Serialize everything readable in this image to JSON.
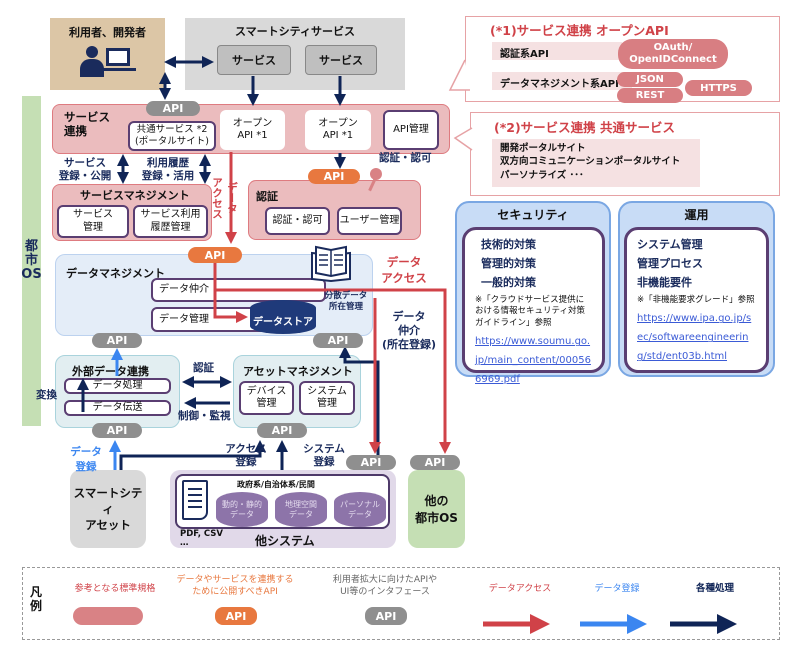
{
  "top": {
    "users": "利用者、開発者",
    "smart_city_services": "スマートシティサービス",
    "service_1": "サービス",
    "service_2": "サービス"
  },
  "city_os": "都市OS",
  "service_link": {
    "title": "サービス\n連携",
    "api": "API",
    "common": "共通サービス *2\n(ポータルサイト)",
    "open_api_1": "オープン\nAPI *1",
    "open_api_2": "オープン\nAPI *1",
    "api_mgmt": "API管理",
    "auth_label": "認証・認可"
  },
  "labels": {
    "service_register": "サービス\n登録・公開",
    "usage_history": "利用履歴\n登録・活用",
    "data_access_vertical": "データ\nアクセス",
    "data_access_right": "データ\nアクセス",
    "data_broker_reg": "データ\n仲介\n(所在登録)",
    "auth": "認証",
    "control": "制御・監視",
    "convert": "変換",
    "data_register": "データ\n登録",
    "access_register": "アクセス\n登録",
    "system_register": "システム\n登録"
  },
  "service_mgmt": {
    "title": "サービスマネジメント",
    "item1": "サービス\n管理",
    "item2": "サービス利用\n履歴管理"
  },
  "authn": {
    "api": "API",
    "title": "認証",
    "item1": "認証・認可",
    "item2": "ユーザー管理"
  },
  "data_mgmt": {
    "api": "API",
    "title": "データマネジメント",
    "broker": "データ仲介",
    "manage": "データ管理",
    "store": "データストア",
    "distributed": "分散データ\n所在管理"
  },
  "apis": {
    "a1": "API",
    "a2": "API",
    "a3": "API",
    "a4": "API",
    "a5": "API",
    "a6": "API"
  },
  "external": {
    "title": "外部データ連携",
    "process": "データ処理",
    "transfer": "データ伝送"
  },
  "asset": {
    "title": "アセットマネジメント",
    "device": "デバイス\n管理",
    "system": "システム\n管理"
  },
  "smart_asset": "スマートシティ\nアセット",
  "other_system": {
    "title": "他システム",
    "sub": "政府系/自治体系/民間",
    "db1": "動的・静的\nデータ",
    "db2": "地理空間\nデータ",
    "db3": "パーソナル\nデータ",
    "files": "PDF, CSV\n…"
  },
  "other_city": "他の\n都市OS",
  "note1": {
    "title": "(*1)サービス連携 オープンAPI",
    "auth_api": "認証系API",
    "oauth": "OAuth/\nOpenIDConnect",
    "data_api": "データマネジメント系API",
    "json": "JSON",
    "rest": "REST",
    "https": "HTTPS"
  },
  "note2": {
    "title": "(*2)サービス連携 共通サービス",
    "body": "開発ポータルサイト\n双方向コミュニケーションポータルサイト\nパーソナライズ ･･･"
  },
  "security": {
    "title": "セキュリティ",
    "items": [
      "技術的対策",
      "管理的対策",
      "一般的対策"
    ],
    "note": "※「クラウドサービス提供における情報セキュリティ対策ガイドライン」参照",
    "link": "https://www.soumu.go.jp/main_content/000566969.pdf"
  },
  "operation": {
    "title": "運用",
    "items": [
      "システム管理",
      "管理プロセス",
      "非機能要件"
    ],
    "note": "※「非機能要求グレード」参照",
    "link": "https://www.ipa.go.jp/sec/softwareengineering/std/ent03b.html"
  },
  "legend": {
    "title": "凡\n例",
    "standard": "参考となる標準規格",
    "public_api": "データやサービスを連携する\nために公開すべきAPI",
    "public_api_label": "API",
    "ui_api": "利用者拡大に向けたAPIや\nUI等のインタフェース",
    "ui_api_label": "API",
    "data_access": "データアクセス",
    "data_register": "データ登録",
    "process": "各種処理"
  },
  "colors": {
    "standard": "#d98285",
    "public_api": "#e8783f",
    "ui_api": "#8f8f8f",
    "data_access": "#d04248",
    "data_register": "#3b86f0",
    "process": "#0f2456",
    "city_os": "#c5dfb4"
  }
}
